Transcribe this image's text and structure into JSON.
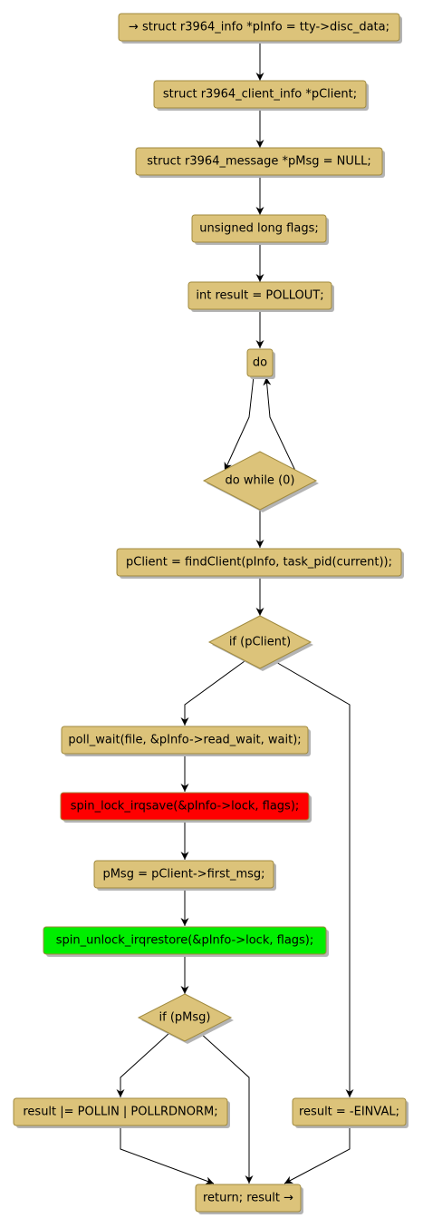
{
  "colors": {
    "node_fill": "#dcc37a",
    "node_stroke": "#a08a3e",
    "shadow": "#b4b4b4",
    "lock_fill": "#ff0000",
    "unlock_fill": "#00ee00",
    "edge": "#000000",
    "background": "#ffffff"
  },
  "nodes": {
    "n_info": "→ struct r3964_info *pInfo = tty->disc_data;",
    "n_client": "struct r3964_client_info *pClient;",
    "n_msg": "struct r3964_message *pMsg = NULL;",
    "n_flags": "unsigned long flags;",
    "n_result": "int result = POLLOUT;",
    "n_do": "do",
    "n_dowhile": "do while (0)",
    "n_find": "pClient = findClient(pInfo, task_pid(current));",
    "n_ifclient": "if (pClient)",
    "n_pollwait": "poll_wait(file, &pInfo->read_wait, wait);",
    "n_lock": "spin_lock_irqsave(&pInfo->lock, flags);",
    "n_first": "pMsg = pClient->first_msg;",
    "n_unlock": "spin_unlock_irqrestore(&pInfo->lock, flags);",
    "n_ifmsg": "if (pMsg)",
    "n_pollin": "result |= POLLIN | POLLRDNORM;",
    "n_einval": "result = -EINVAL;",
    "n_return": "return; result →"
  }
}
